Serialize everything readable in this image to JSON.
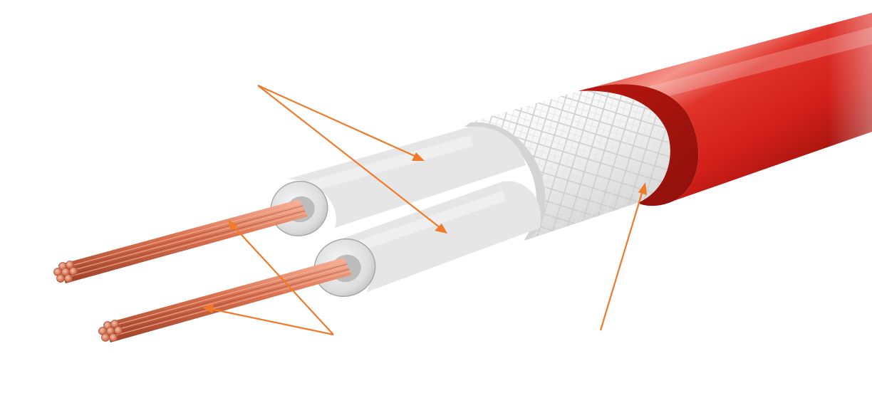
{
  "colors": {
    "background": "#ffffff",
    "jacket": "#d8231c",
    "jacket_dark": "#a3130f",
    "jacket_light": "#f2877c",
    "braid": "#f4f4f4",
    "braid_pattern": "#cfcfcf",
    "insulation": "#c9c9c9",
    "insulation_light": "#eeeeee",
    "insulation_dark": "#9a9a9a",
    "copper": "#d9714f",
    "copper_dark": "#9c4029",
    "copper_light": "#f6b29a",
    "arrow": "#ef7a2a"
  },
  "components": [
    {
      "name": "outer-jacket",
      "color": "#d8231c"
    },
    {
      "name": "braided-shield",
      "color": "#f4f4f4"
    },
    {
      "name": "inner-insulation-upper",
      "color": "#c9c9c9"
    },
    {
      "name": "inner-insulation-lower",
      "color": "#c9c9c9"
    },
    {
      "name": "copper-conductor-upper",
      "color": "#d9714f"
    },
    {
      "name": "copper-conductor-lower",
      "color": "#d9714f"
    }
  ]
}
